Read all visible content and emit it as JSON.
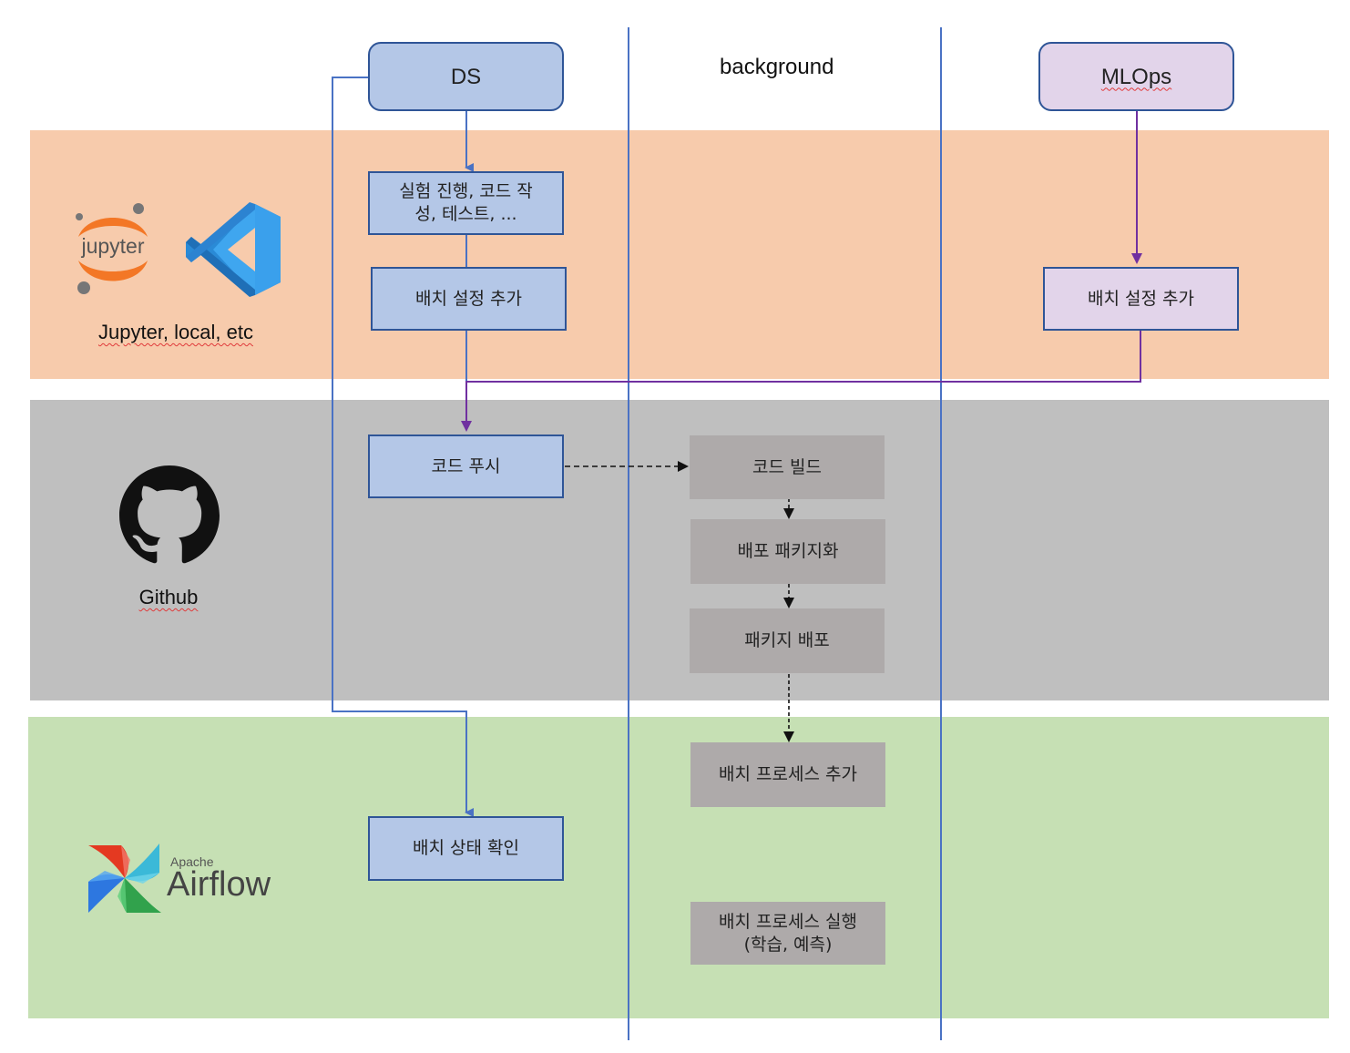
{
  "columns": {
    "ds": "DS",
    "background": "background",
    "mlops": "MLOps"
  },
  "lanes": {
    "local": {
      "label": "Jupyter, local, etc",
      "logos": [
        "jupyter-logo",
        "vscode-logo"
      ],
      "color": "#f7cbac"
    },
    "github": {
      "label": "Github",
      "logos": [
        "github-logo"
      ],
      "color": "#bfbfbf"
    },
    "airflow": {
      "label": "Airflow",
      "sublabel": "Apache",
      "logos": [
        "airflow-logo"
      ],
      "color": "#c6e0b4"
    }
  },
  "jupyter_logo_text": "jupyter",
  "nodes": {
    "experiment": {
      "line1": "실험 진행, 코드 작",
      "line2": "성, 테스트, ..."
    },
    "ds_batch_config": "배치 설정 추가",
    "mlops_batch_config": "배치 설정 추가",
    "code_push": "코드 푸시",
    "code_build": "코드 빌드",
    "deploy_packaging": "배포 패키지화",
    "package_deploy": "패키지 배포",
    "batch_process_add": "배치 프로세스 추가",
    "batch_status_check": "배치 상태 확인",
    "batch_process_run": {
      "line1": "배치 프로세스 실행",
      "line2": "(학습, 예측)"
    }
  },
  "colors": {
    "ds_box": "#b4c7e7",
    "mlops_box": "#e2d4ea",
    "background_box": "#aeaaaa",
    "ds_connector": "#4a72c4",
    "mlops_connector": "#7030a0"
  }
}
